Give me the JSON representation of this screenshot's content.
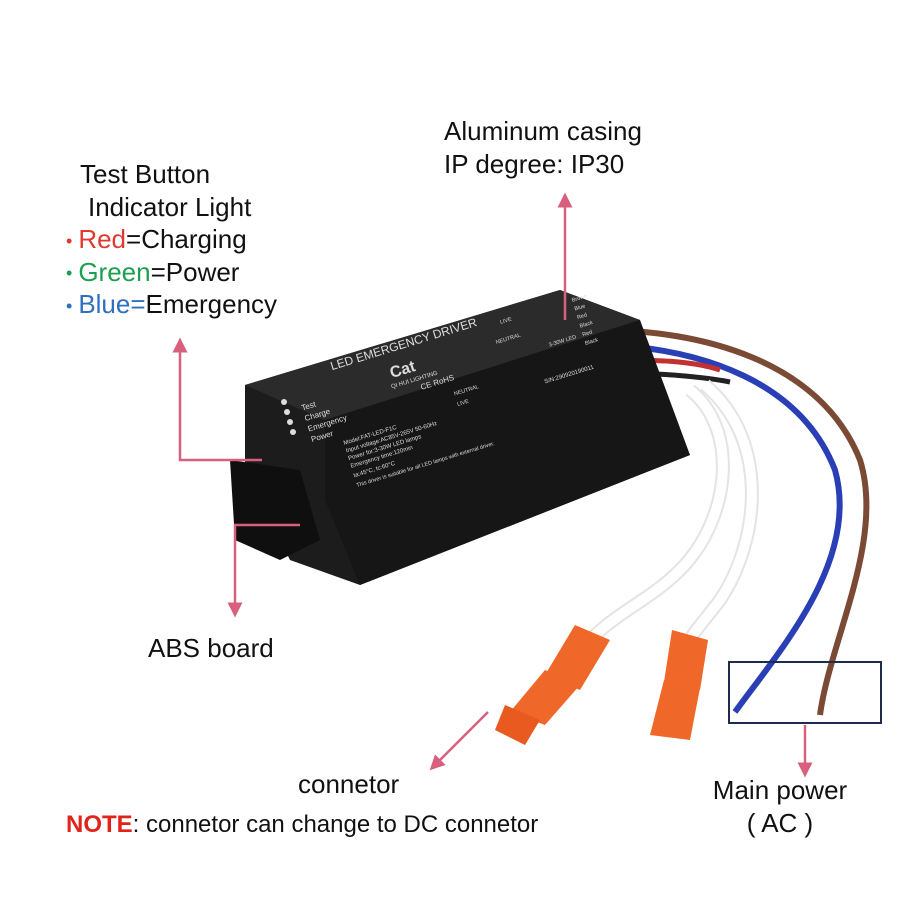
{
  "labels": {
    "aluminum_line1": "Aluminum casing",
    "aluminum_line2": "IP degree: IP30",
    "test_button": "Test Button",
    "indicator_light": "Indicator Light",
    "bullet_red_word": "Red",
    "bullet_red_rest": "=Charging",
    "bullet_green_word": "Green",
    "bullet_green_rest": "=Power",
    "bullet_blue_word": "Blue=",
    "bullet_blue_rest": "Emergency",
    "abs_board": "ABS board",
    "connector": "connetor",
    "note_prefix": "NOTE",
    "note_text": ": connetor can change to DC connetor",
    "main_power": "Main power",
    "ac": "( AC )"
  },
  "device": {
    "title": "LED EMERGENCY DRIVER",
    "brand": "Cat",
    "brand_sub": "QI HUI LIGHTING",
    "indicators": [
      "Test",
      "Charge",
      "Emergency",
      "Power"
    ],
    "cert": "CE RoHS",
    "model": "Model:FAT-LED-F1C",
    "input": "Input voltage:AC85V-265V 50-60Hz",
    "power": "Power for:3-30W LED lamps",
    "emergency_time": "Emergency time:120min",
    "temps": "ta:45°C, tc:60°C",
    "footer": "This driver is suitable for all LED lamps with external driver.",
    "serial": "S/N:290920190011",
    "wiring": [
      {
        "name": "LIVE",
        "color": "Brown"
      },
      {
        "name": "",
        "color": "Blue"
      },
      {
        "name": "NEUTRAL",
        "color": "Red"
      },
      {
        "name": "",
        "color": "Black"
      },
      {
        "name": "3-30W LED",
        "color": "Red"
      },
      {
        "name": "",
        "color": "Black"
      }
    ],
    "left_terms": [
      "NEUTRAL",
      "LIVE"
    ]
  },
  "colors": {
    "arrow": "#d9607d",
    "red": "#e03a2e",
    "green": "#1e9e50",
    "blue": "#2f6fc0",
    "note": "#e0241b",
    "casing": "#1c1c1c",
    "connector_orange": "#f0672a",
    "wire_brown": "#7a4a35",
    "wire_blue": "#2a3fb5"
  }
}
